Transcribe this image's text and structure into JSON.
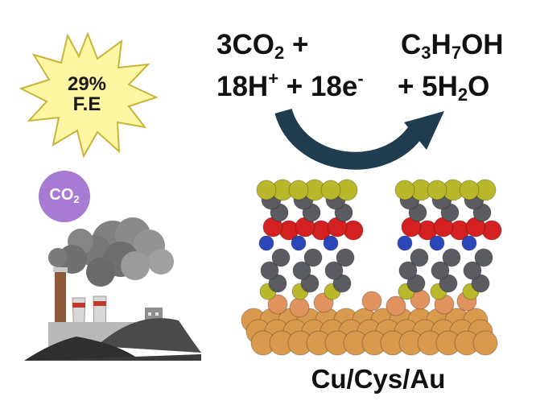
{
  "equation": {
    "left_line1": {
      "coef": "3",
      "species": "CO",
      "sub": "2",
      "tail": " +"
    },
    "left_line2": {
      "a": "18H",
      "a_sup": "+",
      "b": " + 18e",
      "b_sup": "-"
    },
    "right_line1": {
      "p1": "C",
      "s1": "3",
      "p2": "H",
      "s2": "7",
      "p3": "OH"
    },
    "right_line2": {
      "lead": "+ 5H",
      "sub": "2",
      "tail": "O"
    }
  },
  "fe_burst": {
    "value": "29%",
    "label": "F.E"
  },
  "co2_badge": {
    "species": "CO",
    "sub": "2"
  },
  "caption": "Cu/Cys/Au",
  "colors": {
    "arrow": "#1f3d4f",
    "burst_fill": "#fdf6a3",
    "burst_stroke": "#c9b43a",
    "badge": "#a77bd4",
    "sulfur": "#b9b82a",
    "oxygen": "#d42020",
    "nitrogen": "#2a46b8",
    "carbon": "#5a5c62",
    "gold": "#d99a4e",
    "copper": "#e0935e",
    "smoke": "#6f6f6f",
    "coal": "#3a3a3a"
  }
}
